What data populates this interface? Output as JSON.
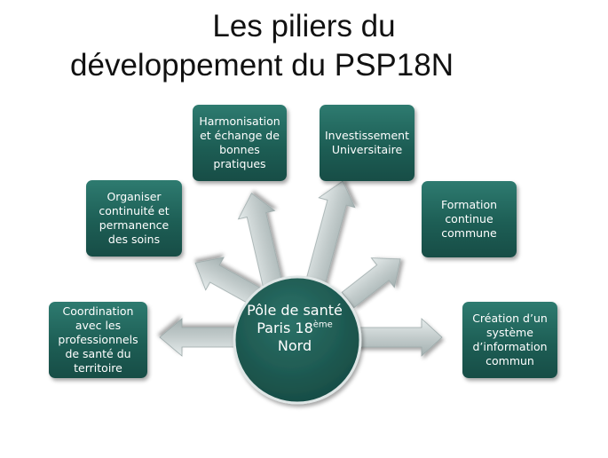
{
  "title": {
    "line1": "Les piliers du",
    "line2": "développement du PSP18N"
  },
  "center": {
    "line1": "Pôle de santé",
    "line2_main": "Paris 18",
    "line2_sup": "ème",
    "line3": "Nord"
  },
  "nodes": [
    {
      "id": "coordination",
      "text": "Coordination avec les professionnels de santé du territoire"
    },
    {
      "id": "organiser",
      "text": "Organiser continuité et permanence des soins"
    },
    {
      "id": "harmonisation",
      "text": "Harmonisation et échange de bonnes pratiques"
    },
    {
      "id": "investissement",
      "text": "Investissement Universitaire"
    },
    {
      "id": "formation",
      "text": "Formation continue commune"
    },
    {
      "id": "systeme",
      "text": "Création d’un système d’information commun"
    }
  ],
  "colors": {
    "node_fill": "#1d5e55",
    "arrow_fill": "#c9d2d2",
    "center_fill": "#1e5f56"
  }
}
